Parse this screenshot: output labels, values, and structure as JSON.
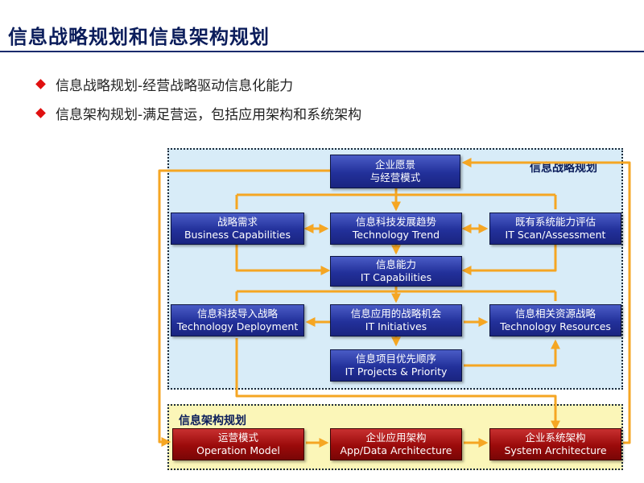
{
  "slide": {
    "title": "信息战略规划和信息架构规划",
    "bullets": [
      "信息战略规划-经营战略驱动信息化能力",
      "信息架构规划-满足营运，包括应用架构和系统架构"
    ]
  },
  "regions": {
    "strategy_label": "信息战略规划",
    "architecture_label": "信息架构规划"
  },
  "nodes": {
    "vision": {
      "zh": "企业愿景",
      "en": "与经营模式"
    },
    "business_capabilities": {
      "zh": "战略需求",
      "en": "Business Capabilities"
    },
    "technology_trend": {
      "zh": "信息科技发展趋势",
      "en": "Technology Trend"
    },
    "it_scan": {
      "zh": "既有系统能力评估",
      "en": "IT Scan/Assessment"
    },
    "it_capabilities": {
      "zh": "信息能力",
      "en": "IT Capabilities"
    },
    "technology_deployment": {
      "zh": "信息科技导入战略",
      "en": "Technology Deployment"
    },
    "it_initiatives": {
      "zh": "信息应用的战略机会",
      "en": "IT Initiatives"
    },
    "technology_resources": {
      "zh": "信息相关资源战略",
      "en": "Technology Resources"
    },
    "it_projects": {
      "zh": "信息项目优先顺序",
      "en": "IT Projects & Priority"
    },
    "operation_model": {
      "zh": "运营模式",
      "en": "Operation Model"
    },
    "app_data_architecture": {
      "zh": "企业应用架构",
      "en": "App/Data Architecture"
    },
    "system_architecture": {
      "zh": "企业系统架构",
      "en": "System Architecture"
    }
  },
  "colors": {
    "arrow": "#f5a623",
    "node_blue": "#22309a",
    "node_red": "#9a0a0a",
    "strategy_bg": "#d8ecf8",
    "architecture_bg": "#fbf6b8",
    "bullet_marker": "#e01010"
  }
}
